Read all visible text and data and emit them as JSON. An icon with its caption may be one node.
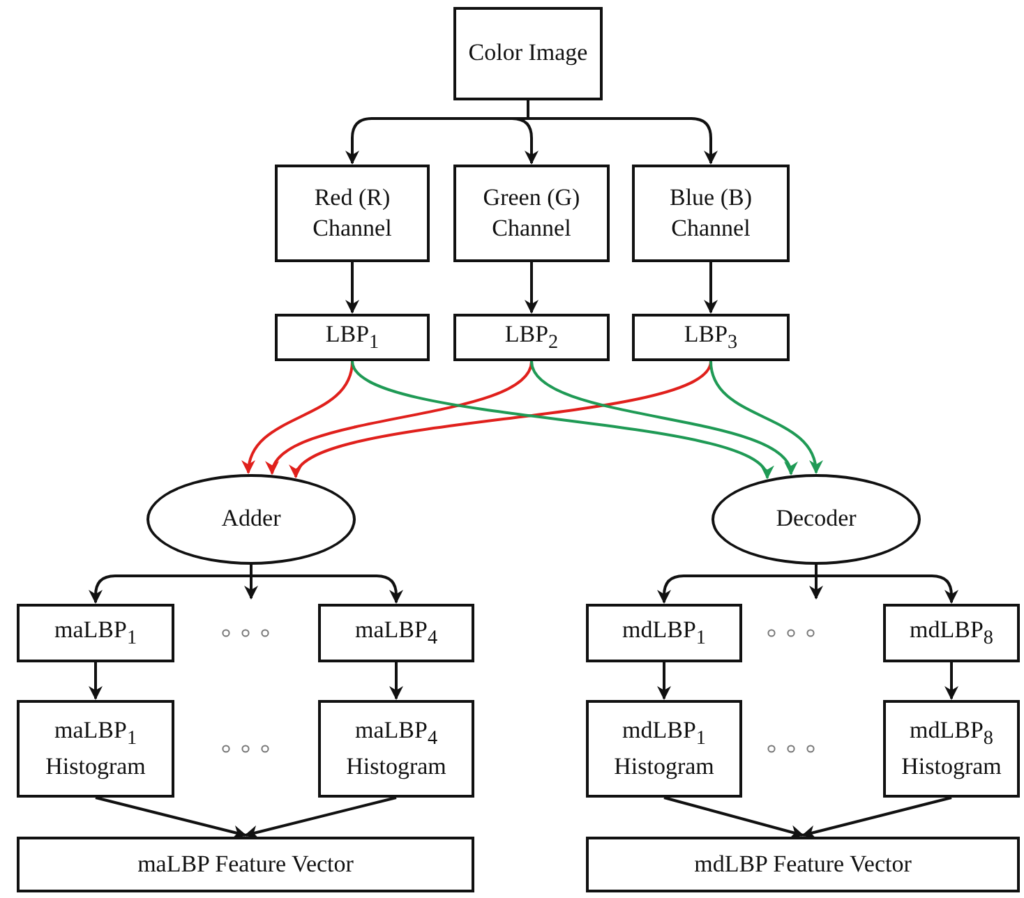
{
  "diagram": {
    "nodes": [
      {
        "text": [
          "Color Image"
        ]
      },
      {
        "text": [
          "Red (R) Channel"
        ]
      },
      {
        "text": [
          "Green (G) Channel"
        ]
      },
      {
        "text": [
          "Blue (B) Channel"
        ]
      },
      {
        "text": [
          "LBP$_{1}$"
        ]
      },
      {
        "text": [
          "LBP$_{2}$"
        ]
      },
      {
        "text": [
          "LBP$_{3}$"
        ]
      },
      {
        "text": [
          "Adder"
        ]
      },
      {
        "text": [
          "Decoder"
        ]
      },
      {
        "text": [
          "maLBP$_{1}$"
        ]
      },
      {
        "text": [
          "maLBP$_{4}$"
        ]
      },
      {
        "text": [
          "maLBP$_{1}$ Histogram"
        ]
      },
      {
        "text": [
          "maLBP$_{4}$ Histogram"
        ]
      },
      {
        "text": [
          "maLBP Feature Vector"
        ]
      },
      {
        "text": [
          "mdLBP$_{1}$"
        ]
      },
      {
        "text": [
          "mdLBP$_{8}$"
        ]
      },
      {
        "text": [
          "mdLBP$_{1}$ Histogram"
        ]
      },
      {
        "text": [
          "mdLBP$_{8}$ Histogram"
        ]
      },
      {
        "text": [
          "mdLBP Feature Vector"
        ]
      }
    ],
    "edges": [
      {
        "from": 0,
        "to": 1,
        "arrow": "to"
      },
      {
        "from": 0,
        "to": 2,
        "arrow": "to"
      },
      {
        "from": 0,
        "to": 3,
        "arrow": "to"
      },
      {
        "from": 1,
        "to": 4,
        "arrow": "to"
      },
      {
        "from": 2,
        "to": 5,
        "arrow": "to"
      },
      {
        "from": 3,
        "to": 6,
        "arrow": "to"
      },
      {
        "from": 4,
        "to": 7,
        "arrow": "to",
        "color": "#e0201c"
      },
      {
        "from": 5,
        "to": 7,
        "arrow": "to",
        "color": "#e0201c"
      },
      {
        "from": 6,
        "to": 7,
        "arrow": "to",
        "color": "#e0201c"
      },
      {
        "from": 4,
        "to": 8,
        "arrow": "to",
        "color": "#1f9a55"
      },
      {
        "from": 5,
        "to": 8,
        "arrow": "to",
        "color": "#1f9a55"
      },
      {
        "from": 6,
        "to": 8,
        "arrow": "to",
        "color": "#1f9a55"
      },
      {
        "from": 7,
        "to": 9,
        "arrow": "to"
      },
      {
        "from": 7,
        "to": null,
        "arrow": "to"
      },
      {
        "from": 7,
        "to": 10,
        "arrow": "to"
      },
      {
        "from": 9,
        "to": 11,
        "arrow": "to"
      },
      {
        "from": 10,
        "to": 12,
        "arrow": "to"
      },
      {
        "from": 11,
        "to": 13,
        "arrow": "to"
      },
      {
        "from": 12,
        "to": 13,
        "arrow": "to"
      },
      {
        "from": 8,
        "to": 14,
        "arrow": "to"
      },
      {
        "from": 8,
        "to": null,
        "arrow": "to"
      },
      {
        "from": 8,
        "to": 15,
        "arrow": "to"
      },
      {
        "from": 14,
        "to": 16,
        "arrow": "to"
      },
      {
        "from": 15,
        "to": 17,
        "arrow": "to"
      },
      {
        "from": 16,
        "to": 18,
        "arrow": "to"
      },
      {
        "from": 17,
        "to": 18,
        "arrow": "to"
      }
    ]
  }
}
